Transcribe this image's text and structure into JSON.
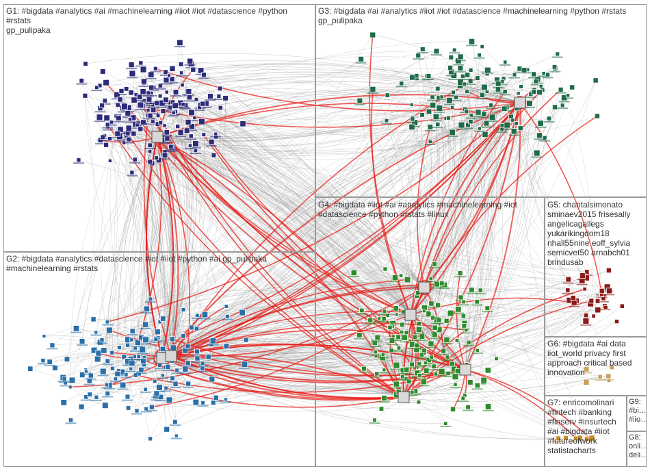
{
  "groups": [
    {
      "id": "g1",
      "label": "G1: #bigdata #analytics #ai #machinelearning #iiot #iot #datascience #python #rstats\ngp_pulipaka"
    },
    {
      "id": "g2",
      "label": "G2: #bigdata #analytics #datascience #iot #iiot #python #ai gp_pulipaka\n#machinelearning #rstats"
    },
    {
      "id": "g3",
      "label": "G3: #bigdata #ai #analytics #iiot #iot #datascience #machinelearning #python #rstats\ngp_pulipaka"
    },
    {
      "id": "g4",
      "label": "G4: #bigdata #iiot #ai #analytics #machinelearning #iot\n#datascience #python #rstats #linux"
    },
    {
      "id": "g5",
      "label": "G5: chantalsimonato\nsminaev2015 frisesally\nangelicagallegs\nyukarikingdom18\nnhall55nine eoff_sylvia\nsemicvet50 arnabch01\nbrindusab"
    },
    {
      "id": "g6",
      "label": "G6: #bigdata #ai data\niiot_world privacy first\napproach critical based\ninnovation"
    },
    {
      "id": "g7",
      "label": "G7: enricomolinari\n#fintech #banking\n#finserv #insurtech\n#ai #bigdata #iiot\n#futureofwork\nstatistacharts"
    },
    {
      "id": "g8",
      "label": "G8:\nonli…\ndeli…"
    },
    {
      "id": "g9",
      "label": "G9:\n#bi…\n#iio…"
    }
  ],
  "colors": {
    "edge": "#8a8a8a",
    "edge_highlight": "#e8201a",
    "group_border": "#9a9a9a",
    "g1_nodes": "#2c2c7a",
    "g2_nodes": "#2a6fa8",
    "g3_nodes": "#1f6b4a",
    "g4_nodes": "#2e8b2e",
    "g5_nodes": "#8b1a1a",
    "g6_nodes": "#c8a060",
    "g7_nodes": "#c88a20"
  }
}
